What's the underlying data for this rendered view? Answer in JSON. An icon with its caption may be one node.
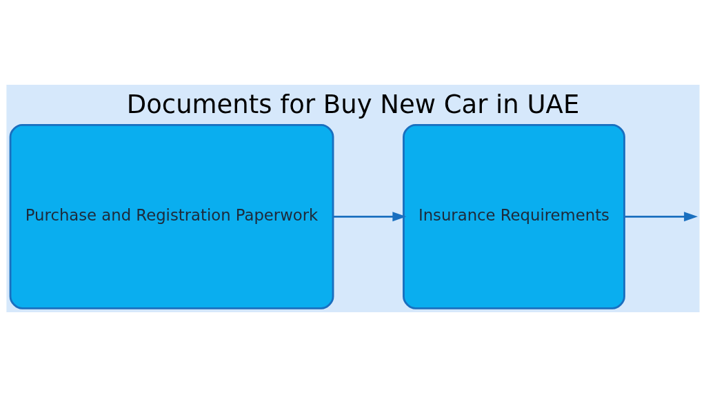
{
  "diagram": {
    "title": "Documents for Buy New Car in UAE",
    "nodes": [
      {
        "text": [
          "Purchase and Registration Paperwork"
        ]
      },
      {
        "text": [
          "Insurance Requirements"
        ]
      }
    ],
    "edges": [
      {
        "from": 0,
        "to": 1,
        "arrow": "to"
      },
      {
        "from": 1,
        "to": null,
        "arrow": "to"
      }
    ]
  }
}
